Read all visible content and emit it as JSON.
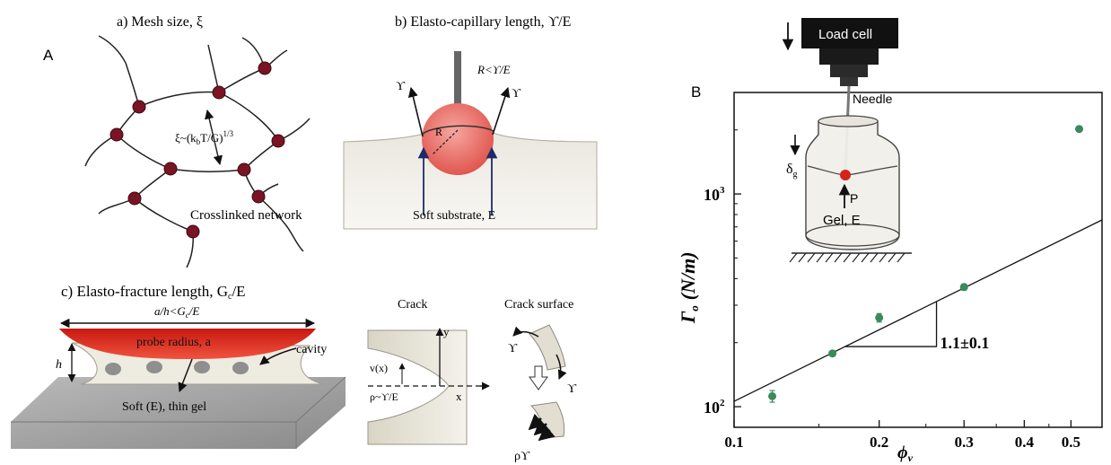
{
  "panel_labels": {
    "A": "A",
    "B": "B"
  },
  "panel_a": {
    "title": "a) Mesh size, ξ",
    "xi_formula": "ξ~(k",
    "xi_sub": "b",
    "xi_formula_tail": "T/G)",
    "xi_sup": "1/3",
    "network_label": "Crosslinked network"
  },
  "panel_b": {
    "title": "b) Elasto-capillary length, ϒ/E",
    "condition": "R<ϒ/E",
    "gamma_left": "ϒ",
    "gamma_right": "ϒ",
    "radius_label": "R",
    "substrate_label": "Soft substrate, E"
  },
  "panel_c": {
    "title_main": "c) Elasto-fracture length, G",
    "title_sub": "c",
    "title_tail": "/E",
    "condition_main": "a/h<G",
    "condition_sub": "c",
    "condition_tail": "/E",
    "probe_label": "probe radius, a",
    "cavity_label": "cavity",
    "h_label": "h",
    "gel_label": "Soft (E), thin gel"
  },
  "crack_panel": {
    "crack_label": "Crack",
    "surface_label": "Crack surface",
    "y_label": "y",
    "x_label": "x",
    "v_label": "v(x)",
    "rho_label": "ρ~ϒ/E",
    "gamma_top": "ϒ",
    "gamma_bottom": "ϒ",
    "rho_gamma": "ρϒ"
  },
  "inset": {
    "load_cell": "Load cell",
    "needle": "Needle",
    "delta": "δ",
    "delta_sub": "g",
    "force": "P",
    "gel": "Gel, E"
  },
  "chart_data": {
    "type": "scatter",
    "xlabel": "ϕ",
    "xlabel_sub": "v",
    "ylabel": "Γ",
    "ylabel_sub": "o",
    "ylabel_tail": "(N/m)",
    "x_scale": "log",
    "y_scale": "log",
    "xlim": [
      0.1,
      0.58
    ],
    "ylim": [
      80,
      3000
    ],
    "x_ticks": [
      0.1,
      0.2,
      0.3,
      0.4,
      0.5
    ],
    "x_tick_labels": [
      "0.1",
      "0.2",
      "0.3",
      "0.4",
      "0.5"
    ],
    "y_ticks": [
      100,
      1000
    ],
    "y_tick_labels": [
      "10",
      "10"
    ],
    "y_tick_sups": [
      "2",
      "3"
    ],
    "points": [
      {
        "x": 0.12,
        "y": 112,
        "err": 7
      },
      {
        "x": 0.16,
        "y": 178,
        "err": 5
      },
      {
        "x": 0.2,
        "y": 262,
        "err": 12
      },
      {
        "x": 0.3,
        "y": 365,
        "err": 12
      },
      {
        "x": 0.52,
        "y": 2020,
        "err": 0
      }
    ],
    "fit_line": {
      "x": [
        0.1,
        0.58
      ],
      "y": [
        106,
        755
      ]
    },
    "slope_label": "1.1±0.1",
    "marker_color": "#3a8a5a",
    "grid": false
  }
}
